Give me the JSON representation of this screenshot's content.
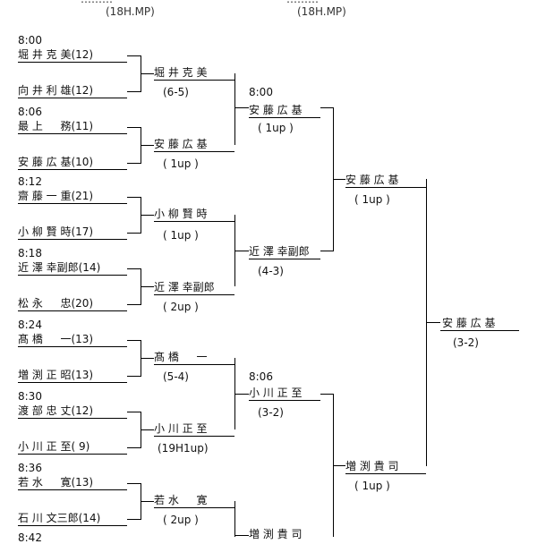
{
  "header": {
    "round1_date": "………",
    "round1_format": "(18H.MP)",
    "round2_date": "………",
    "round2_format": "(18H.MP)"
  },
  "round1": [
    {
      "time": "8:00",
      "player_a": "堀 井 克 美(12)",
      "player_b": "向 井 利 雄(12)",
      "winner": "堀 井 克 美",
      "score": "(6-5)"
    },
    {
      "time": "8:06",
      "player_a": "最 上 　 務(11)",
      "player_b": "安 藤 広 基(10)",
      "winner": "安 藤 広 基",
      "score": "( 1up )"
    },
    {
      "time": "8:12",
      "player_a": "齋 藤 一 重(21)",
      "player_b": "小 柳 賢 時(17)",
      "winner": "小 柳 賢 時",
      "score": "( 1up )"
    },
    {
      "time": "8:18",
      "player_a": "近 澤 幸副郎(14)",
      "player_b": "松 永 　 忠(20)",
      "winner": "近 澤 幸副郎",
      "score": "( 2up )"
    },
    {
      "time": "8:24",
      "player_a": "髙 橋 　 一(13)",
      "player_b": "増 渕 正 昭(13)",
      "winner": "髙 橋 　 一",
      "score": "(5-4)"
    },
    {
      "time": "8:30",
      "player_a": "渡 部 忠 丈(12)",
      "player_b": "小 川 正 至( 9)",
      "winner": "小 川 正 至",
      "score": "(19H1up)"
    },
    {
      "time": "8:36",
      "player_a": "若 水 　 寛(13)",
      "player_b": "石 川 文三郎(14)",
      "winner": "若 水 　 寛",
      "score": "( 2up )"
    },
    {
      "time": "8:42",
      "player_a": "",
      "player_b": "",
      "winner": "",
      "score": ""
    }
  ],
  "round2": [
    {
      "time": "8:00",
      "winner": "安 藤 広 基",
      "score": "( 1up )"
    },
    {
      "time": "",
      "winner": "近 澤 幸副郎",
      "score": "(4-3)"
    },
    {
      "time": "8:06",
      "winner": "小 川 正 至",
      "score": "(3-2)"
    },
    {
      "time": "",
      "winner": "増 渕 貴 司",
      "score": ""
    }
  ],
  "semis": [
    {
      "winner": "安 藤 広 基",
      "score": "( 1up )"
    },
    {
      "winner": "増 渕 貴 司",
      "score": "( 1up )"
    }
  ],
  "final": {
    "winner": "安 藤 広 基",
    "score": "(3-2)"
  }
}
